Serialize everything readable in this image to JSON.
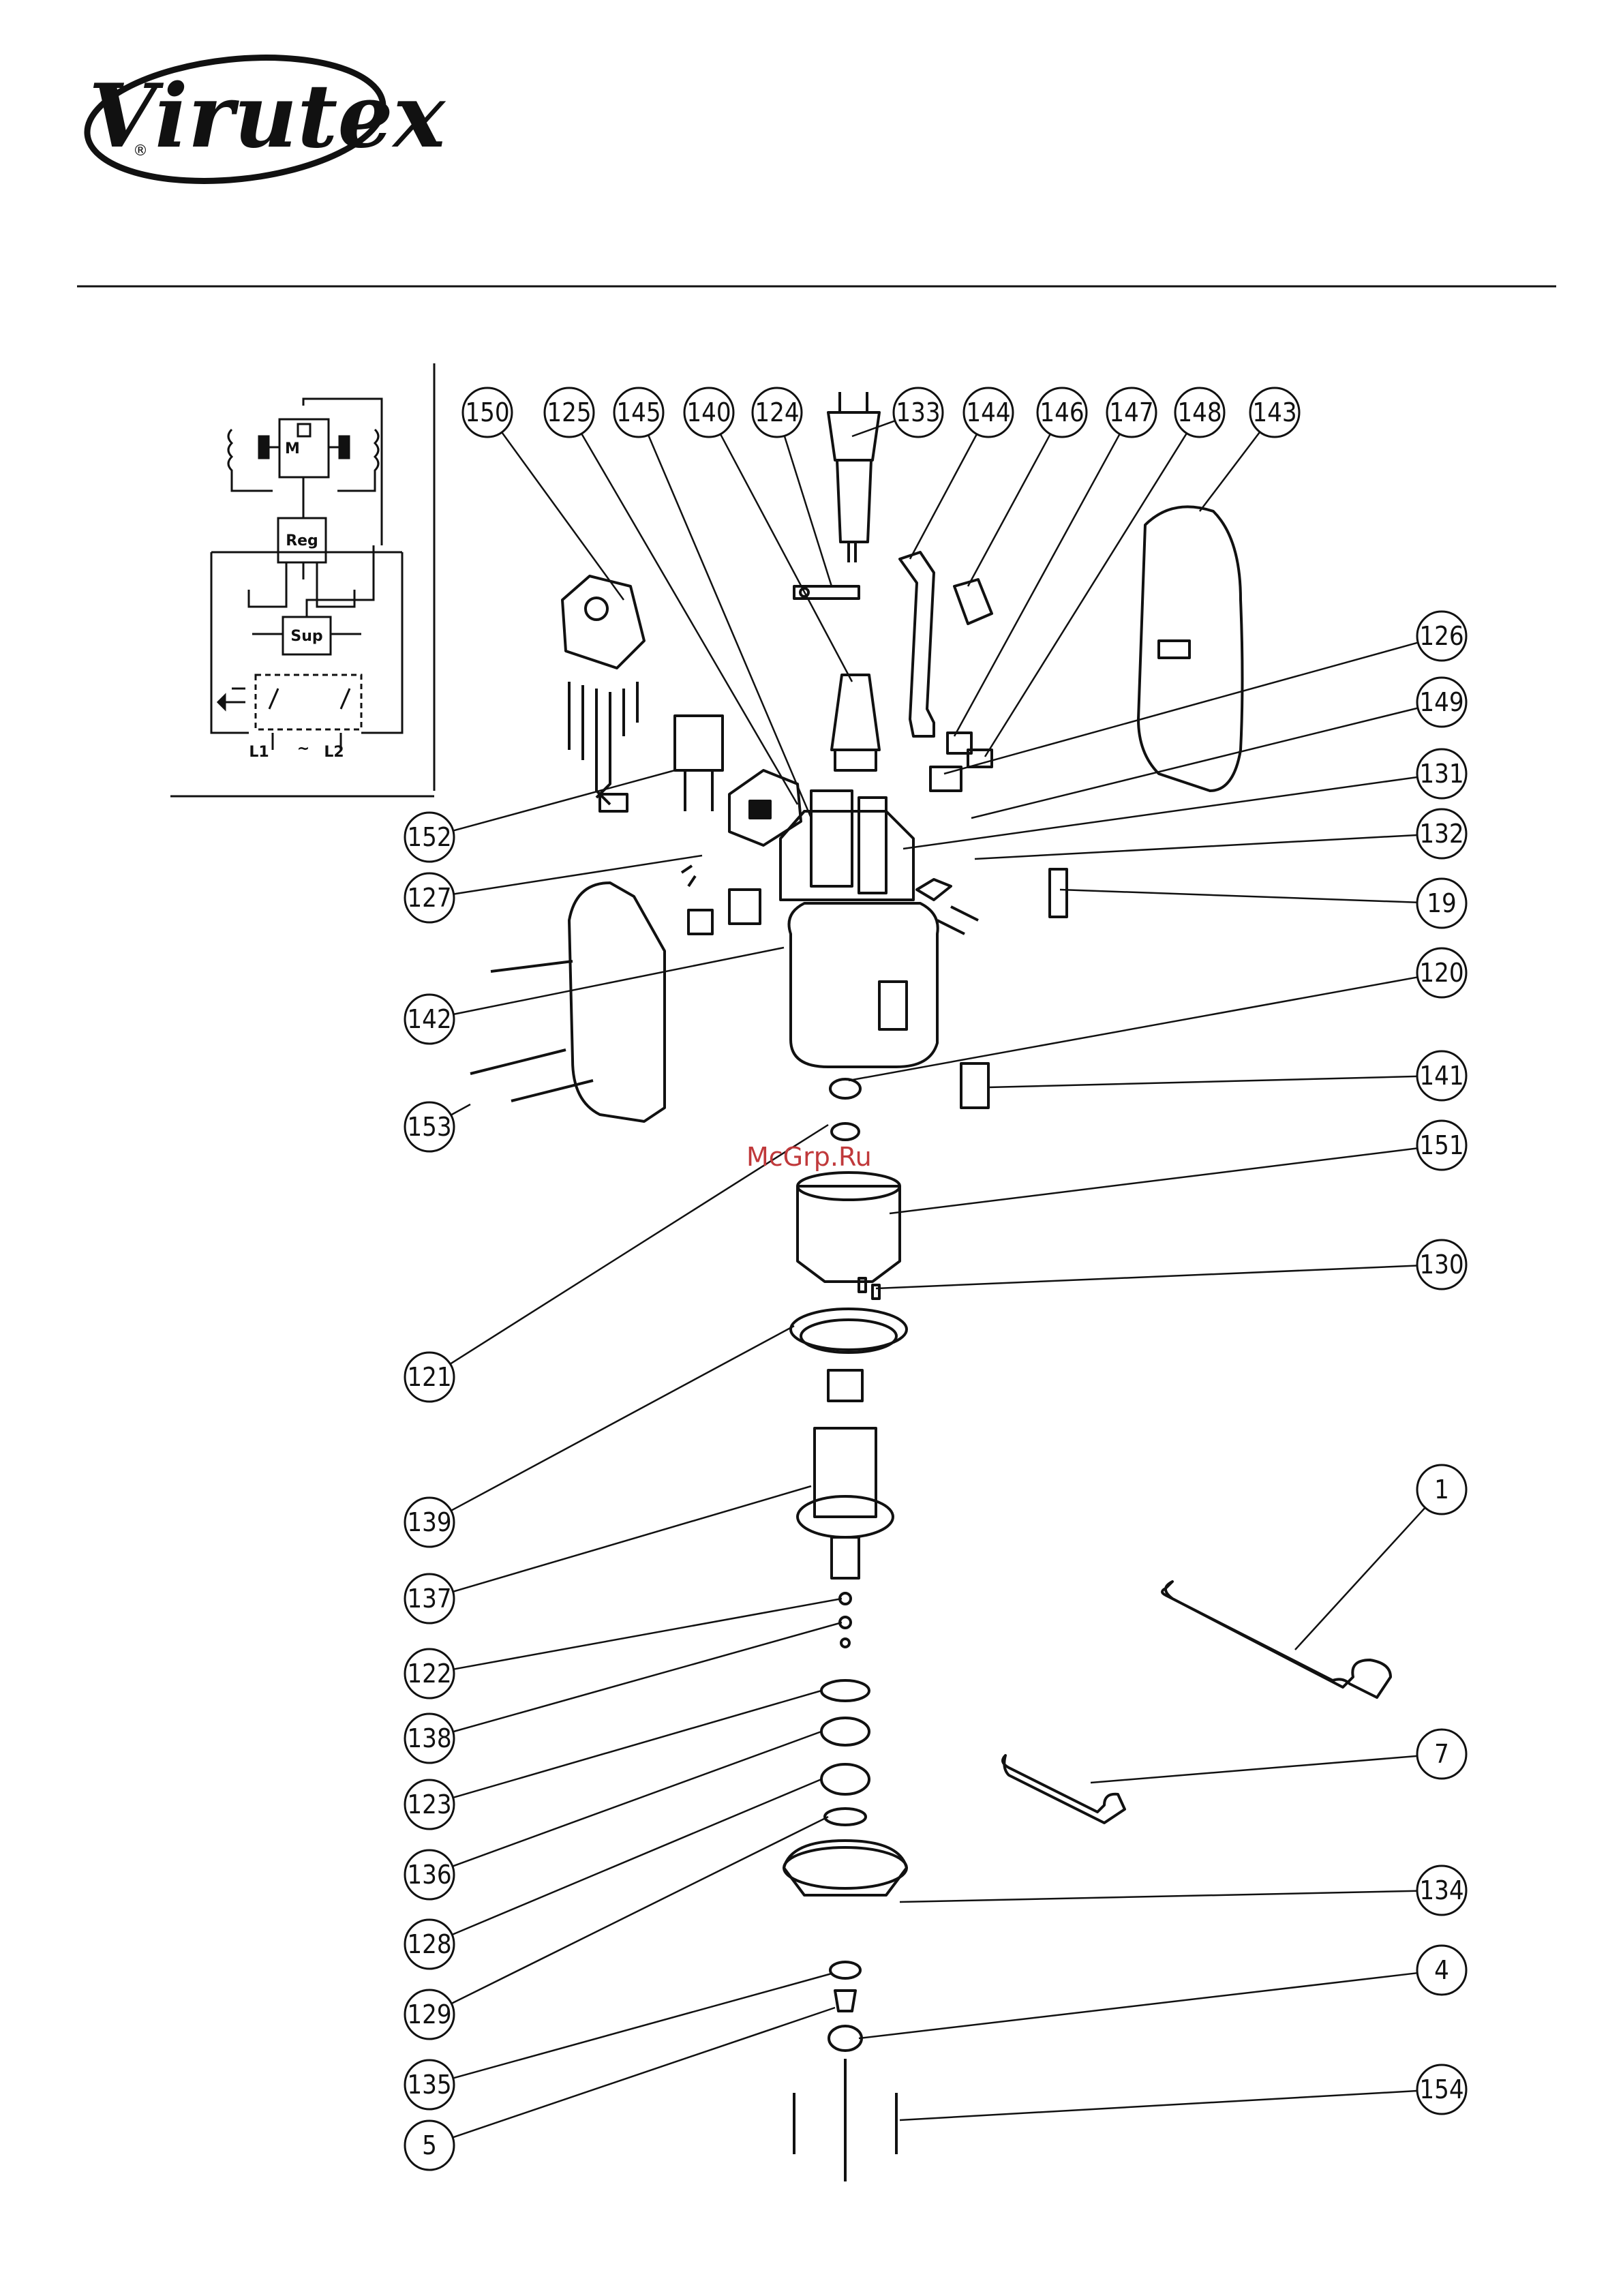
{
  "brand": {
    "logo": "Virutex",
    "registered": "®"
  },
  "watermark": "McGrp.Ru",
  "schematic": {
    "motor_label": "M",
    "regulator_label": "Reg",
    "suppressor_label": "Sup",
    "terminal_left": "L1",
    "terminal_right": "L2",
    "ac_symbol": "~"
  },
  "callouts": [
    "150",
    "125",
    "145",
    "140",
    "124",
    "133",
    "144",
    "146",
    "147",
    "148",
    "143",
    "126",
    "149",
    "131",
    "132",
    "19",
    "120",
    "141",
    "151",
    "130",
    "152",
    "127",
    "142",
    "153",
    "121",
    "139",
    "137",
    "122",
    "138",
    "123",
    "136",
    "128",
    "129",
    "134",
    "135",
    "5",
    "1",
    "7",
    "4",
    "154"
  ]
}
